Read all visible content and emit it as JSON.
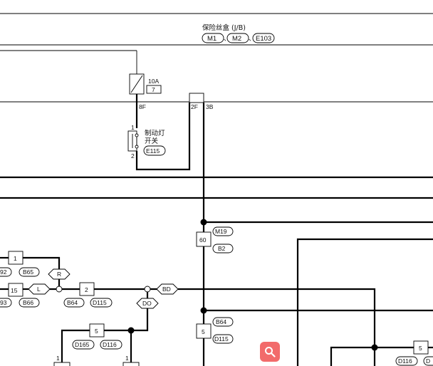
{
  "junction_block": {
    "title": "保险丝盒 (J/B)",
    "connectors": [
      "M1",
      "M2",
      "E103"
    ],
    "separator": "、"
  },
  "fuse": {
    "rating": "10A",
    "number": "7"
  },
  "fuse_terminals": {
    "left": "8F",
    "right_a": "2F",
    "right_b": "3B"
  },
  "stop_lamp_switch": {
    "label_line1": "制动灯",
    "label_line2": "开关",
    "connector": "E115",
    "pin_top": "1",
    "pin_bottom": "2"
  },
  "splice_60": {
    "pin": "60",
    "connectors": [
      "M19",
      "B2"
    ]
  },
  "splice_5_center": {
    "pin": "5",
    "connectors": [
      "B64",
      "D115"
    ]
  },
  "left_connectors": {
    "row1_pin": "1",
    "row1_labels": [
      "92",
      "B65"
    ],
    "row2_pin": "15",
    "row2_labels": [
      "93",
      "B66"
    ]
  },
  "wire_tags": {
    "R": "R",
    "L": "L",
    "BD": "BD",
    "DO": "DO"
  },
  "pin_2": {
    "pin": "2",
    "connectors": [
      "B64",
      "D115"
    ]
  },
  "lower_left_5": {
    "pin": "5",
    "connectors": [
      "D165",
      "D116"
    ],
    "sub_pins": [
      "1",
      "1"
    ]
  },
  "lower_right_5": {
    "pin": "5",
    "connectors": [
      "D116",
      "D"
    ]
  },
  "search_icon": "magnifier-icon",
  "accent_color": "#f26b6b"
}
